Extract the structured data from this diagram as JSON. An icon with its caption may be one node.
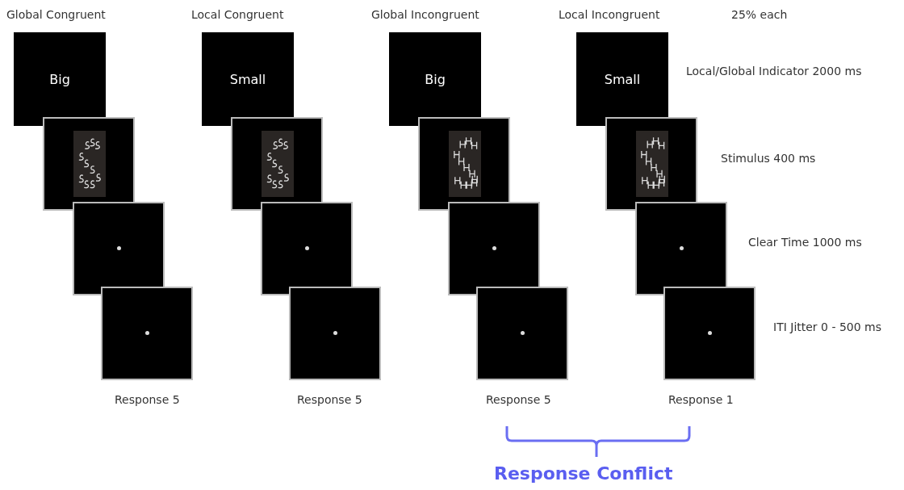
{
  "diagram": {
    "nodes": [
      {
        "text": [
          "Big"
        ]
      },
      {
        "text": [
          "Small"
        ]
      },
      {
        "text": [
          "Big"
        ]
      },
      {
        "text": [
          "Small"
        ]
      },
      {
        "text": [],
        "shape": "picture"
      },
      {
        "text": [],
        "shape": "picture"
      },
      {
        "text": [],
        "shape": "picture"
      },
      {
        "text": [],
        "shape": "picture"
      },
      {
        "text": [],
        "shape": "box"
      },
      {
        "text": [],
        "shape": "box"
      },
      {
        "text": [],
        "shape": "box"
      },
      {
        "text": [],
        "shape": "box"
      },
      {
        "text": [],
        "shape": "box"
      },
      {
        "text": [],
        "shape": "box"
      },
      {
        "text": [],
        "shape": "box"
      },
      {
        "text": [],
        "shape": "box"
      }
    ],
    "edges": [],
    "labels": [
      "Global Congruent",
      "Local Congruent",
      "Global Incongruent",
      "Local Incongruent",
      "25% each",
      "Local/Global Indicator 2000 ms",
      "Stimulus 400 ms",
      "Clear Time 1000 ms",
      "ITI Jitter 0 - 500 ms",
      "Response 5",
      "Response 5",
      "Response 5",
      "Response 1",
      "Response Conflict"
    ]
  }
}
